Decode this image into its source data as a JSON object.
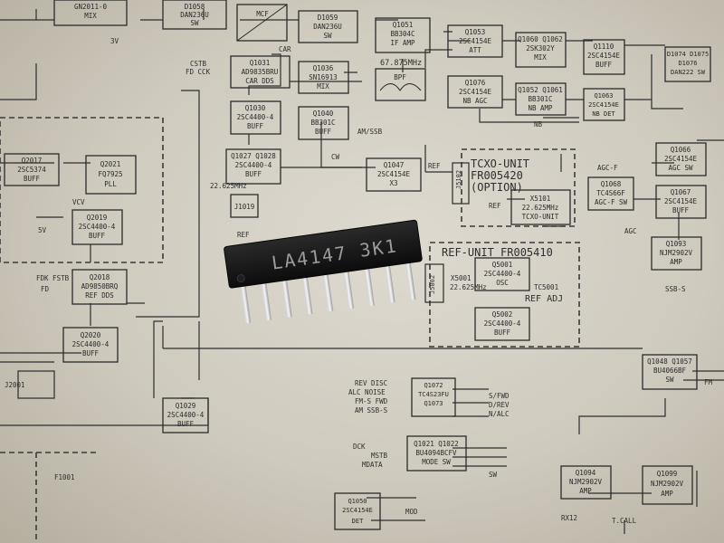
{
  "blocks": [
    {
      "line1": "GN2011-0",
      "line2": "MIX",
      "line3": ""
    },
    {
      "line1": "D1058",
      "line2": "DAN236U",
      "line3": "SW"
    },
    {
      "line1": "MCF",
      "line2": "",
      "line3": ""
    },
    {
      "line1": "D1059",
      "line2": "DAN236U",
      "line3": "SW"
    },
    {
      "line1": "Q1051",
      "line2": "BB304C",
      "line3": "IF AMP"
    },
    {
      "line1": "Q1053",
      "line2": "2SC4154E",
      "line3": "ATT"
    },
    {
      "line1": "Q1060 Q1062",
      "line2": "2SK302Y",
      "line3": "MIX"
    },
    {
      "line1": "Q1110",
      "line2": "2SC4154E",
      "line3": "BUFF"
    },
    {
      "line1": "D1074 D1075",
      "line2": "D1076",
      "line3": "DAN222 SW"
    },
    {
      "line1": "Q1031",
      "line2": "AD9835BRU",
      "line3": "CAR DDS"
    },
    {
      "line1": "Q1036",
      "line2": "SN16913",
      "line3": "MIX"
    },
    {
      "line1": "BPF",
      "line2": "",
      "line3": ""
    },
    {
      "line1": "Q1076",
      "line2": "2SC4154E",
      "line3": "NB AGC"
    },
    {
      "line1": "Q1052 Q1061",
      "line2": "BB301C",
      "line3": "NB AMP"
    },
    {
      "line1": "Q1063",
      "line2": "2SC4154E",
      "line3": "NB DET"
    },
    {
      "line1": "Q1030",
      "line2": "2SC4400-4",
      "line3": "BUFF"
    },
    {
      "line1": "Q1040",
      "line2": "BB301C",
      "line3": "BUFF"
    },
    {
      "line1": "Q2017",
      "line2": "2SC5374",
      "line3": "BUFF"
    },
    {
      "line1": "Q2021",
      "line2": "FQ7925",
      "line3": "PLL"
    },
    {
      "line1": "Q1027 Q1028",
      "line2": "2SC4400-4",
      "line3": "BUFF"
    },
    {
      "line1": "Q1047",
      "line2": "2SC4154E",
      "line3": "X3"
    },
    {
      "line1": "Q1066",
      "line2": "2SC4154E",
      "line3": "AGC SW"
    },
    {
      "line1": "Q1068",
      "line2": "TC4S66F",
      "line3": "AGC-F SW"
    },
    {
      "line1": "Q1067",
      "line2": "2SC4154E",
      "line3": "BUFF"
    },
    {
      "line1": "Q2019",
      "line2": "2SC4400-4",
      "line3": "BUFF"
    },
    {
      "line1": "J1019",
      "line2": "",
      "line3": ""
    },
    {
      "line1": "X5101",
      "line2": "22.625MHz",
      "line3": "TCXO-UNIT"
    },
    {
      "line1": "Q1093",
      "line2": "NJM2902V",
      "line3": "AMP"
    },
    {
      "line1": "Q2018",
      "line2": "AD9850BRQ",
      "line3": "REF DDS"
    },
    {
      "line1": "Q5001",
      "line2": "2SC4400-4",
      "line3": "OSC"
    },
    {
      "line1": "Q5002",
      "line2": "2SC4400-4",
      "line3": "BUFF"
    },
    {
      "line1": "Q2020",
      "line2": "2SC4400-4",
      "line3": "BUFF"
    },
    {
      "line1": "Q1048 Q1057",
      "line2": "BU4066BF",
      "line3": "SW"
    },
    {
      "line1": "Q1072",
      "line2": "TC4S23FU",
      "line3": "Q1073"
    },
    {
      "line1": "Q1029",
      "line2": "2SC4400-4",
      "line3": "BUFF"
    },
    {
      "line1": "Q1021 Q1022",
      "line2": "BU4094BCFV",
      "line3": "MODE SW"
    },
    {
      "line1": "Q1094",
      "line2": "NJM2902V",
      "line3": "AMP"
    },
    {
      "line1": "Q1099",
      "line2": "NJM2902V",
      "line3": "AMP"
    },
    {
      "line1": "Q1050",
      "line2": "2SC4154E",
      "line3": "DET"
    }
  ],
  "units": {
    "tcxo_title": "TCXO-UNIT",
    "tcxo_part": "FR005420",
    "tcxo_option": "(OPTION)",
    "ref_title": "REF-UNIT FR005410",
    "ref_adj": "REF ADJ"
  },
  "labels": {
    "freq_bpf": "67.875MHz",
    "freq_ref": "22.625MHz",
    "freq_x5001": "22.625MHz",
    "car": "CAR",
    "cstb": "CSTB",
    "fd_cck": "FD CCK",
    "am_ssb": "AM/SSB",
    "cw": "CW",
    "ref1": "REF",
    "ref2": "REF",
    "ref3": "REF",
    "j5102": "J5102",
    "j5002": "J5002",
    "x5001": "X5001",
    "tc5001": "TC5001",
    "agc_f": "AGC-F",
    "agc": "AGC",
    "nb": "NB",
    "ssb_s": "SSB-S",
    "fm": "FM",
    "five_v": "5V",
    "three_v": "3V",
    "vcv": "VCV",
    "fdk_fstb": "FDK FSTB",
    "fd": "FD",
    "rev_disc": "REV DISC",
    "alc_noise": "ALC NOISE",
    "fm_s_fwd": "FM-S FWD",
    "am_ssb_s": "AM SSB-S",
    "s_fwd": "S/FWD",
    "d_rev": "D/REV",
    "n_alc": "N/ALC",
    "dck": "DCK",
    "mstb": "MSTB",
    "mdata": "MDATA",
    "sw": "SW",
    "f1001": "F1001",
    "rx12": "RX12",
    "t_call": "T.CALL",
    "mod": "MOD",
    "j2001": "J2001"
  },
  "chip": {
    "marking": "LA4147  3K1"
  }
}
